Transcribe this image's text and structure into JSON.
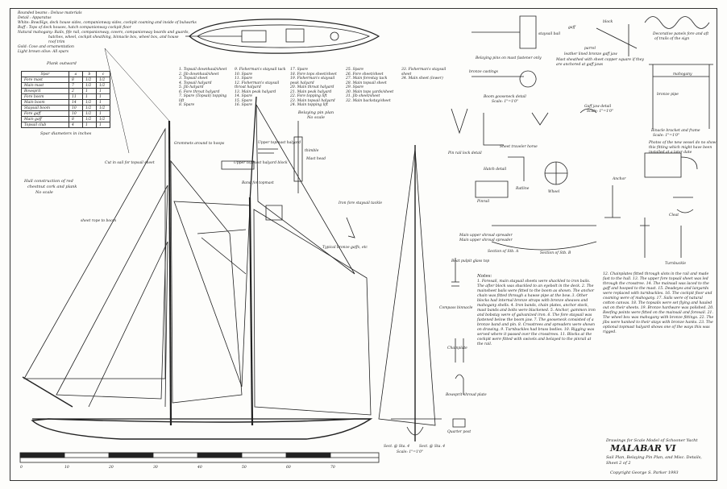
{
  "header_notes": [
    "Rounded beams : Deluxe materials",
    "Detail : Apparatus",
    "White: Bow/Hgs, deck house sides, companionway sides, cockpit coaming and inside of bulwarks",
    "Buff : Tops of deck houses, hatch companionway cockpit floor",
    "Natural mahogany: Rails, fife rail, companionway, covers, companionway boards and guards,",
    "hatches, wheel, cockpit sheathing, binnacle box, wheel box, and house",
    "roof trim",
    "Gold: Cove and ornamentation",
    "Light brown olive: All spars"
  ],
  "spar_table": {
    "caption": "Plank outward",
    "headers": [
      "Spar",
      "a",
      "b",
      "c"
    ],
    "rows": [
      [
        "Fore mast",
        "8",
        "1/2",
        "1/2"
      ],
      [
        "Main mast",
        "7",
        "1/2",
        "1/2"
      ],
      [
        "Bowsprit",
        "2",
        "1",
        "1"
      ],
      [
        "Fore boom",
        "11",
        "1",
        "1"
      ],
      [
        "Main boom",
        "14",
        "1/2",
        "1"
      ],
      [
        "Staysail boom",
        "10",
        "1/2",
        "1/2"
      ],
      [
        "Fore gaff",
        "10",
        "1/2",
        "1"
      ],
      [
        "Main gaff",
        "8",
        "1/2",
        "1/2"
      ],
      [
        "Topsail club",
        "4",
        "1",
        "1"
      ]
    ],
    "footer": "Spar diameters in inches"
  },
  "hull_note": [
    "Hull construction of red",
    "chestnut cork and plank",
    "No scale"
  ],
  "sail_labels": {
    "fore_staysail": "Grommets around to hoops",
    "main_topsail": "Cut in sail for topsail sheet",
    "foretop": "sheet rope to boom"
  },
  "deck_legend": {
    "title": "Belaying pin plan",
    "subtitle": "No scale",
    "columns": [
      [
        "1. Topsail downhaul/sheet",
        "2. Jib downhaul/sheet",
        "3. Topsail sheet",
        "4. Topsail halyard",
        "5. Jib halyard",
        "6. Fore throat halyard",
        "7. Spare (Topsail) topping lift",
        "8. Spare"
      ],
      [
        "9. Fisherman's staysail tack",
        "10. Spare",
        "11. Spare",
        "12. Fisherman's staysail throat halyard",
        "13. Main peak halyard",
        "14. Spare",
        "15. Spare",
        "16. Spare"
      ],
      [
        "17. Spare",
        "18. Fore tops sheet/sheet",
        "19. Fisherman's staysail peak halyard",
        "20. Main throat halyard",
        "21. Main peak halyard",
        "22. Fore topping lift",
        "23. Main topsail halyard",
        "24. Main topping lift"
      ],
      [
        "25. Spare",
        "26. Fore sheet/sheet",
        "27. Main forestay tack",
        "28. Main topsail sheet",
        "29. Spare",
        "30. Main tops yards/sheet",
        "31. Jib sheet/sheet",
        "32. Main backstay/sheet"
      ],
      [
        "33. Fisherman's staysail sheet",
        "34. Main sheet (lower)"
      ]
    ]
  },
  "detail_labels": [
    {
      "id": "boom-jaws",
      "text": "Belaying pins on mast fastener only"
    },
    {
      "id": "bronze-castings",
      "text": "bronze castings"
    },
    {
      "id": "boom-gooseneck",
      "text": "Boom gooseneck detail"
    },
    {
      "id": "boom-gooseneck-scale",
      "text": "Scale: 1\"=1'0\""
    },
    {
      "id": "gaff",
      "text": "gaff"
    },
    {
      "id": "block",
      "text": "block"
    },
    {
      "id": "sheet-halyard",
      "text": "staysail bail"
    },
    {
      "id": "parrel",
      "text": "parrel"
    },
    {
      "id": "leather-bead",
      "text": "leather lined bronze gaff jaw"
    },
    {
      "id": "parrel2",
      "text": "Mast sheathed with sheet copper square if they"
    },
    {
      "id": "parrel3",
      "text": "are anchored at gaff jaws"
    },
    {
      "id": "gaff-jaw",
      "text": "Gaff jaw detail"
    },
    {
      "id": "gaff-jaw-scale",
      "text": "Scale: 1\"=1'0\""
    },
    {
      "id": "decorative",
      "text": "Decorative panels fore and aft"
    },
    {
      "id": "decorative2",
      "text": "of trails of the sign"
    },
    {
      "id": "mahogany",
      "text": "mahogany"
    },
    {
      "id": "bronze-pipe",
      "text": "bronze pipe"
    },
    {
      "id": "binnacle",
      "text": "Binacle bracket and frame"
    },
    {
      "id": "binnacle-scale",
      "text": "Scale: 1\"=1'0\""
    },
    {
      "id": "flag-note",
      "text": "Photos of the new vessel do no show"
    },
    {
      "id": "flag-note2",
      "text": "this fitting which might have been"
    },
    {
      "id": "flag-note3",
      "text": "installed at a later date"
    },
    {
      "id": "pin-rail",
      "text": "Pin rail lock detail"
    },
    {
      "id": "sheet-horse",
      "text": "Sheet traveler horse"
    },
    {
      "id": "pinrail",
      "text": "Pinrail"
    },
    {
      "id": "hatch",
      "text": "Hatch detail"
    },
    {
      "id": "wheel",
      "text": "Wheel"
    },
    {
      "id": "ratline",
      "text": "Ratline"
    },
    {
      "id": "anchor",
      "text": "Anchor"
    },
    {
      "id": "section-a",
      "text": "Section of Stb. A"
    },
    {
      "id": "section-b",
      "text": "Section of Stb. B"
    },
    {
      "id": "spreader",
      "text": "Main upper shroud spreader"
    },
    {
      "id": "spreader2",
      "text": "Main upper shroud spreader"
    },
    {
      "id": "cleat",
      "text": "Cleat"
    },
    {
      "id": "turnbuckle",
      "text": "Turnbuckle"
    },
    {
      "id": "boat-pulpit",
      "text": "Boat pulpit glass top"
    },
    {
      "id": "compass",
      "text": "Compass binnacle"
    },
    {
      "id": "chain-plate",
      "text": "Chainplate"
    },
    {
      "id": "bowsprit-shroud",
      "text": "Bowsprit shroud plate"
    },
    {
      "id": "quarter-post",
      "text": "Quarter post"
    },
    {
      "id": "halyard-block",
      "text": "Upper topmast halyard block"
    },
    {
      "id": "main-halyard",
      "text": "Upper topmast halyard"
    },
    {
      "id": "fore-staysail-tackle",
      "text": "Iron fore staysail tackle"
    },
    {
      "id": "mast-head",
      "text": "Mast head"
    },
    {
      "id": "band",
      "text": "Band for topmast"
    },
    {
      "id": "topping",
      "text": "Typical bronze gaffs, etc"
    },
    {
      "id": "thimble",
      "text": "thimble"
    },
    {
      "id": "section-line-1",
      "text": "Sect. @ Sta. 4"
    },
    {
      "id": "section-line-2",
      "text": "Sect. @ Sta. 4"
    },
    {
      "id": "section-scale",
      "text": "Scale: 1\"=1'0\""
    }
  ],
  "notes": {
    "heading": "Notes:",
    "left": "1. Foresail, main staysail sheets were shackled to iron bails. The after block was shackled to an eyebolt in the deck. 2. The mainsheet bails were fitted to the boom as shown. The anchor chain was fitted through a hawse pipe at the bow. 3. Other blocks had internal bronze straps with bronze sheaves and mahogany shells. 4. Iron bands, chain plates, anchor stock, mast bands and bolts were blackened. 5. Anchor, gammon iron and bobstay were of galvanized iron. 6. The fore staysail was fastened below the boom jaw. 7. The gooseneck consisted of a bronze band and pin. 8. Crosstrees and spreaders were shown on drawing. 9. Turnbuckles had brass bodies. 10. Rigging was served where it passed over the crosstrees. 11. Blocks at the cockpit were fitted with swivels and belayed to the pinrail at the rail.",
    "right": "12. Chainplates fitted through slots in the rail and made fast to the hull. 13. The upper fore topsail sheet was led through the crosstree. 14. The mainsail was laced to the gaff and hooped to the mast. 15. Deadeyes and lanyards were replaced with turnbuckles. 16. The cockpit floor and coaming were of mahogany. 17. Sails were of natural cotton canvas. 18. The topsails were set flying and hauled out on their sheets. 19. Bronze hardware was polished. 20. Reefing points were fitted on the mainsail and foresail. 21. The wheel box was mahogany with bronze fittings. 22. The jibs were hanked to their stays with bronze hanks. 23. The optional topmast halyard shows one of the ways this was rigged."
  },
  "title_block": {
    "subtitle": "Drawings for Scale Model of Schooner Yacht",
    "name": "MALABAR VI",
    "description": "Sail Plan, Belaying Pin Plan, and Misc. Details,",
    "sheet": "Sheet 2 of 2",
    "copyright": "Copyright George S. Parker 1993"
  },
  "scale_bar": {
    "ticks": [
      "0",
      "10",
      "20",
      "30",
      "40",
      "50",
      "60",
      "70"
    ]
  }
}
